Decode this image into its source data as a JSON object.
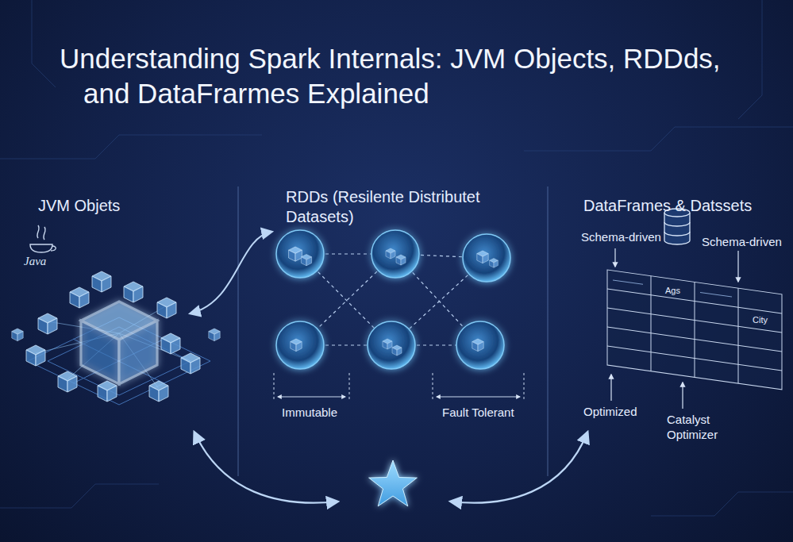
{
  "diagram": {
    "title": "Understanding Spark Internals: JVM Objects, RDDds, and DataFrarmes Explained",
    "labels": [
      "JVM Objets",
      "Java",
      "RDDs (Resilente Distributet Datasets)",
      "Immutable",
      "Fault Tolerant",
      "DataFrames & Datssets",
      "Schema-driven",
      "Schema-driven",
      "Ags",
      "City",
      "Optimized",
      "Catalyst Optimizer"
    ]
  }
}
